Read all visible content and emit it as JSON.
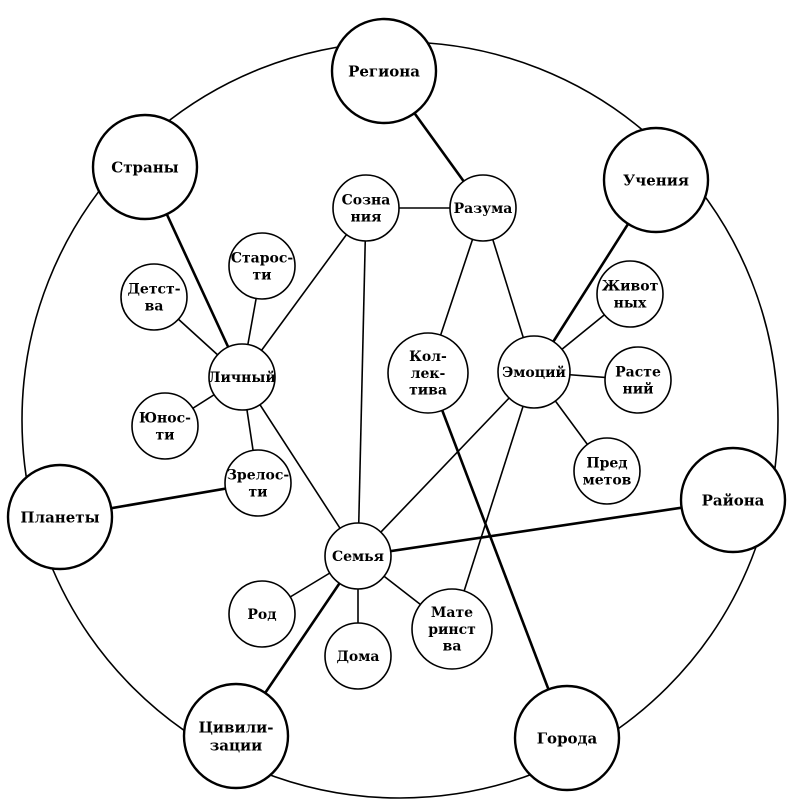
{
  "colors": {
    "stroke": "#000000",
    "fill": "#ffffff",
    "background": "#ffffff"
  },
  "nodes": [
    {
      "id": "regiona",
      "lines": [
        "Региона"
      ]
    },
    {
      "id": "strany",
      "lines": [
        "Страны"
      ]
    },
    {
      "id": "ucheniya",
      "lines": [
        "Учения"
      ]
    },
    {
      "id": "planety",
      "lines": [
        "Планеты"
      ]
    },
    {
      "id": "raiona",
      "lines": [
        "Района"
      ]
    },
    {
      "id": "tsivilizatsii",
      "lines": [
        "Цивили-",
        "зации"
      ]
    },
    {
      "id": "goroda",
      "lines": [
        "Города"
      ]
    },
    {
      "id": "soznaniya",
      "lines": [
        "Созна",
        "ния"
      ]
    },
    {
      "id": "razuma",
      "lines": [
        "Разума"
      ]
    },
    {
      "id": "starosti",
      "lines": [
        "Старос-",
        "ти"
      ]
    },
    {
      "id": "detstva",
      "lines": [
        "Детст-",
        "ва"
      ]
    },
    {
      "id": "lichnyi",
      "lines": [
        "Личный"
      ]
    },
    {
      "id": "yunosti",
      "lines": [
        "Юнос-",
        "ти"
      ]
    },
    {
      "id": "zrelosti",
      "lines": [
        "Зрелос-",
        "ти"
      ]
    },
    {
      "id": "kollektiva",
      "lines": [
        "Кол-",
        "лек-",
        "тива"
      ]
    },
    {
      "id": "emotsii",
      "lines": [
        "Эмоций"
      ]
    },
    {
      "id": "zhivotnyh",
      "lines": [
        "Живот",
        "ных"
      ]
    },
    {
      "id": "rastenii",
      "lines": [
        "Расте",
        "ний"
      ]
    },
    {
      "id": "predmetov",
      "lines": [
        "Пред",
        "метов"
      ]
    },
    {
      "id": "semya",
      "lines": [
        "Семья"
      ]
    },
    {
      "id": "rod",
      "lines": [
        "Род"
      ]
    },
    {
      "id": "doma",
      "lines": [
        "Дома"
      ]
    },
    {
      "id": "materinstva",
      "lines": [
        "Мате",
        "ринст",
        "ва"
      ]
    }
  ],
  "edges": [
    [
      "regiona",
      "razuma"
    ],
    [
      "soznaniya",
      "razuma"
    ],
    [
      "razuma",
      "kollektiva"
    ],
    [
      "razuma",
      "emotsii"
    ],
    [
      "soznaniya",
      "lichnyi"
    ],
    [
      "soznaniya",
      "semya"
    ],
    [
      "strany",
      "lichnyi"
    ],
    [
      "starosti",
      "lichnyi"
    ],
    [
      "detstva",
      "lichnyi"
    ],
    [
      "yunosti",
      "lichnyi"
    ],
    [
      "zrelosti",
      "lichnyi"
    ],
    [
      "lichnyi",
      "semya"
    ],
    [
      "planety",
      "zrelosti"
    ],
    [
      "ucheniya",
      "emotsii"
    ],
    [
      "zhivotnyh",
      "emotsii"
    ],
    [
      "rastenii",
      "emotsii"
    ],
    [
      "predmetov",
      "emotsii"
    ],
    [
      "emotsii",
      "semya"
    ],
    [
      "emotsii",
      "materinstva"
    ],
    [
      "kollektiva",
      "goroda"
    ],
    [
      "semya",
      "raiona"
    ],
    [
      "semya",
      "rod"
    ],
    [
      "semya",
      "doma"
    ],
    [
      "semya",
      "materinstva"
    ],
    [
      "semya",
      "tsivilizatsii"
    ]
  ]
}
